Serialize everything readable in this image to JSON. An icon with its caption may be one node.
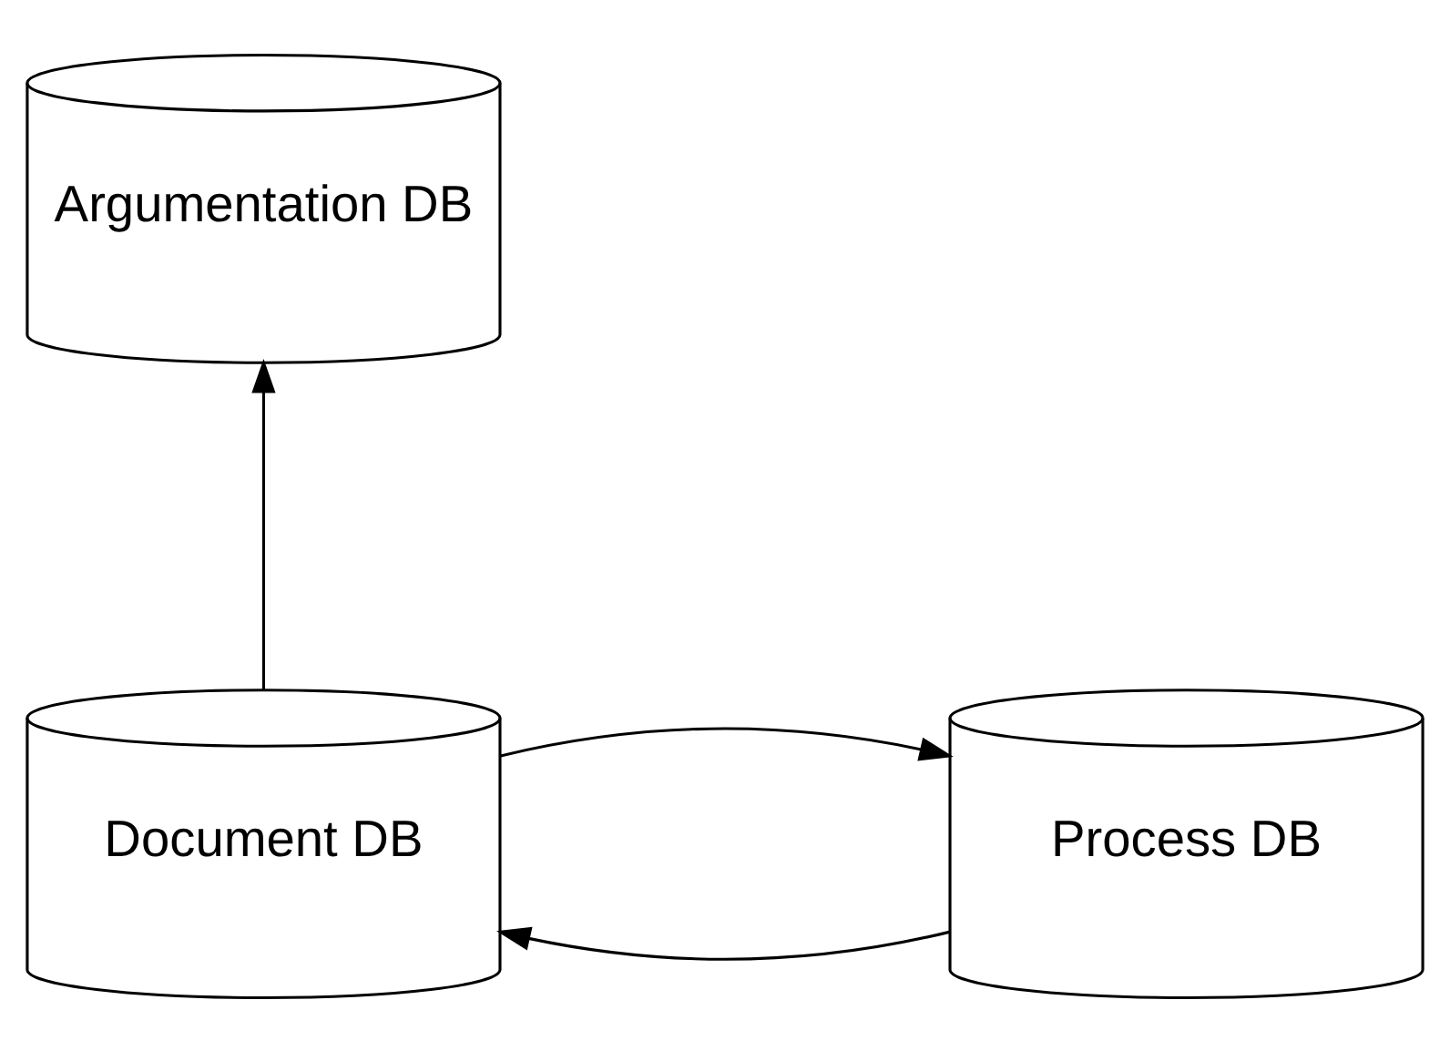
{
  "diagram": {
    "nodes": [
      {
        "text": [
          "Argumentation DB"
        ]
      },
      {
        "text": [
          "Document DB"
        ]
      },
      {
        "text": [
          "Process DB"
        ]
      }
    ],
    "edges": [
      {
        "from": 1,
        "to": 0,
        "arrow": "to"
      },
      {
        "from": 1,
        "to": 2,
        "arrow": "to"
      },
      {
        "from": 2,
        "to": 1,
        "arrow": "to"
      }
    ]
  }
}
